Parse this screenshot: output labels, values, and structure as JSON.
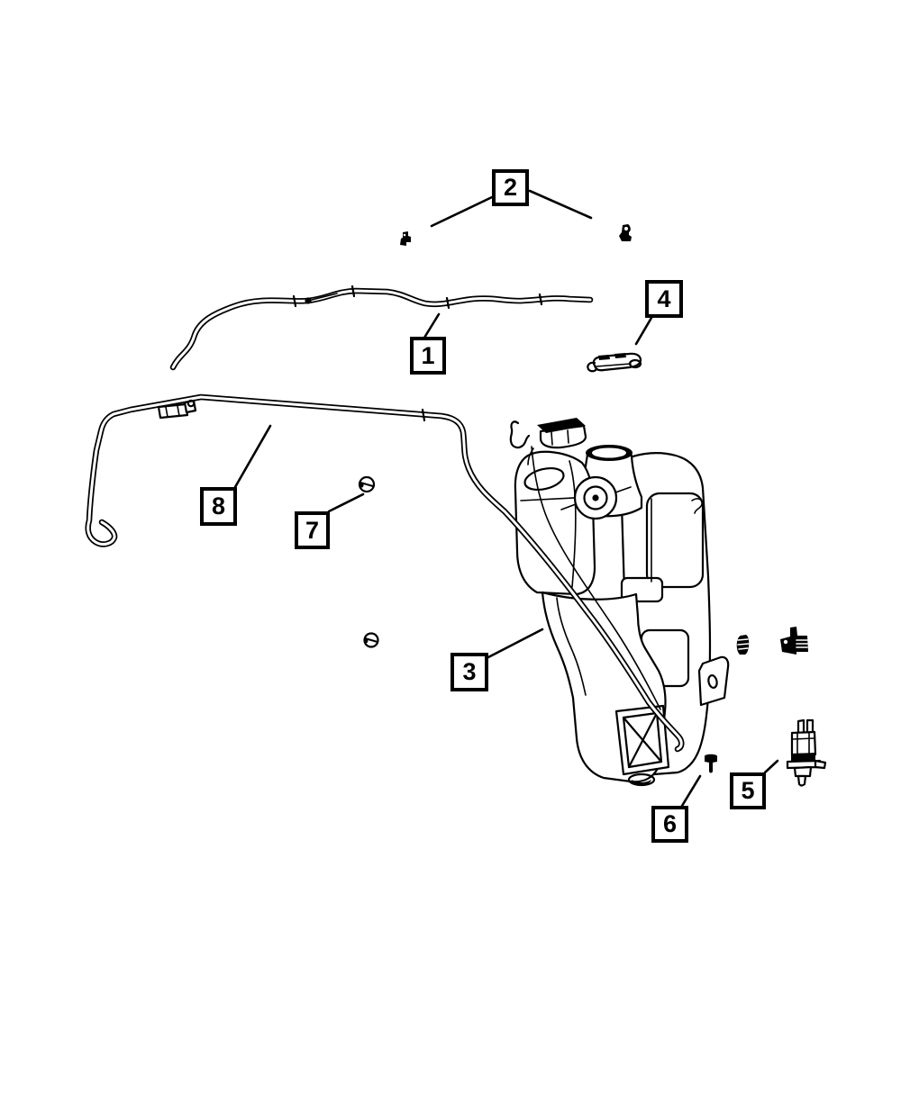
{
  "canvas": {
    "background": "#ffffff",
    "line_color": "#000000"
  },
  "diagram": {
    "kind": "exploded-parts-line-drawing",
    "callouts": [
      {
        "label": "1"
      },
      {
        "label": "2"
      },
      {
        "label": "3"
      },
      {
        "label": "4"
      },
      {
        "label": "5"
      },
      {
        "label": "6"
      },
      {
        "label": "7"
      },
      {
        "label": "8"
      }
    ]
  }
}
